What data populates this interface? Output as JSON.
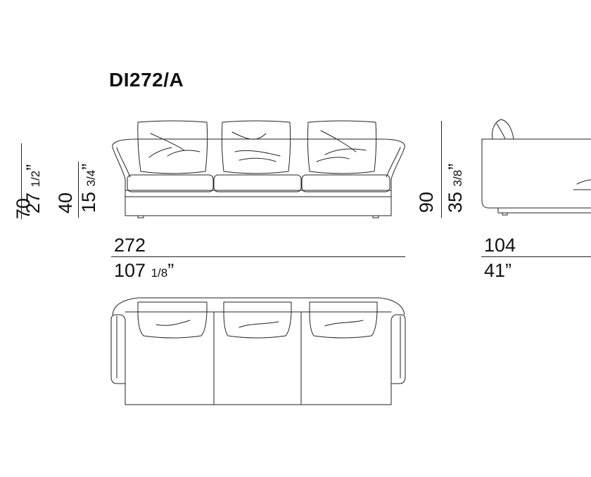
{
  "title": "DI272/A",
  "dims": {
    "left_cut_cm": "70",
    "left_cut_in_whole": "27",
    "left_cut_in_frac": "1/2",
    "left_cut_in_mark": "”",
    "seat_height_cm": "40",
    "seat_height_in_whole": "15",
    "seat_height_in_frac": "3/4",
    "seat_height_in_mark": "”",
    "width_cm": "272",
    "width_in_whole": "107",
    "width_in_frac": "1/8",
    "width_in_mark": "”",
    "total_height_cm": "90",
    "total_height_in_whole": "35",
    "total_height_in_frac": "3/8",
    "total_height_in_mark": "”",
    "depth_cm": "104",
    "depth_in": "41”"
  }
}
